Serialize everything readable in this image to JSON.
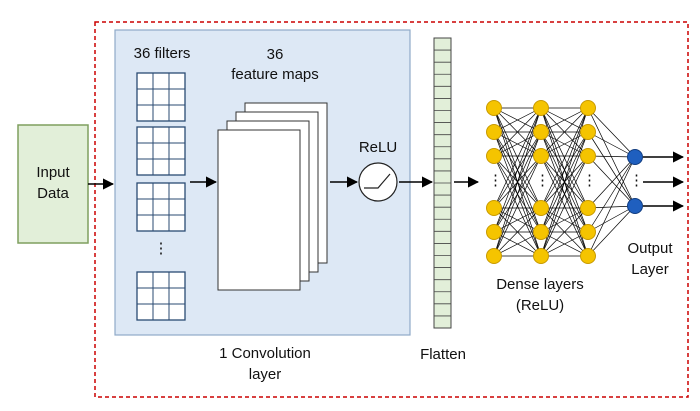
{
  "input": {
    "line1": "Input",
    "line2": "Data"
  },
  "conv": {
    "filters_label": "36 filters",
    "maps_line1": "36",
    "maps_line2": "feature maps",
    "dots": "⋮",
    "caption_line1": "1 Convolution",
    "caption_line2": "layer"
  },
  "relu": {
    "label": "ReLU"
  },
  "flatten": {
    "label": "Flatten"
  },
  "dense": {
    "line1": "Dense layers",
    "line2": "(ReLU)",
    "dots": "⋮"
  },
  "output": {
    "line1": "Output",
    "line2": "Layer",
    "dots": "⋮"
  },
  "colors": {
    "input_fill": "#e2efd9",
    "input_border": "#7f9f5f",
    "conv_fill": "#dde8f5",
    "conv_border": "#8faac8",
    "flatten_fill": "#e2efd9",
    "dense_node": "#f5c400",
    "dense_node_border": "#c89a00",
    "output_node": "#1f5fbf",
    "frame_border": "#cc0000"
  }
}
